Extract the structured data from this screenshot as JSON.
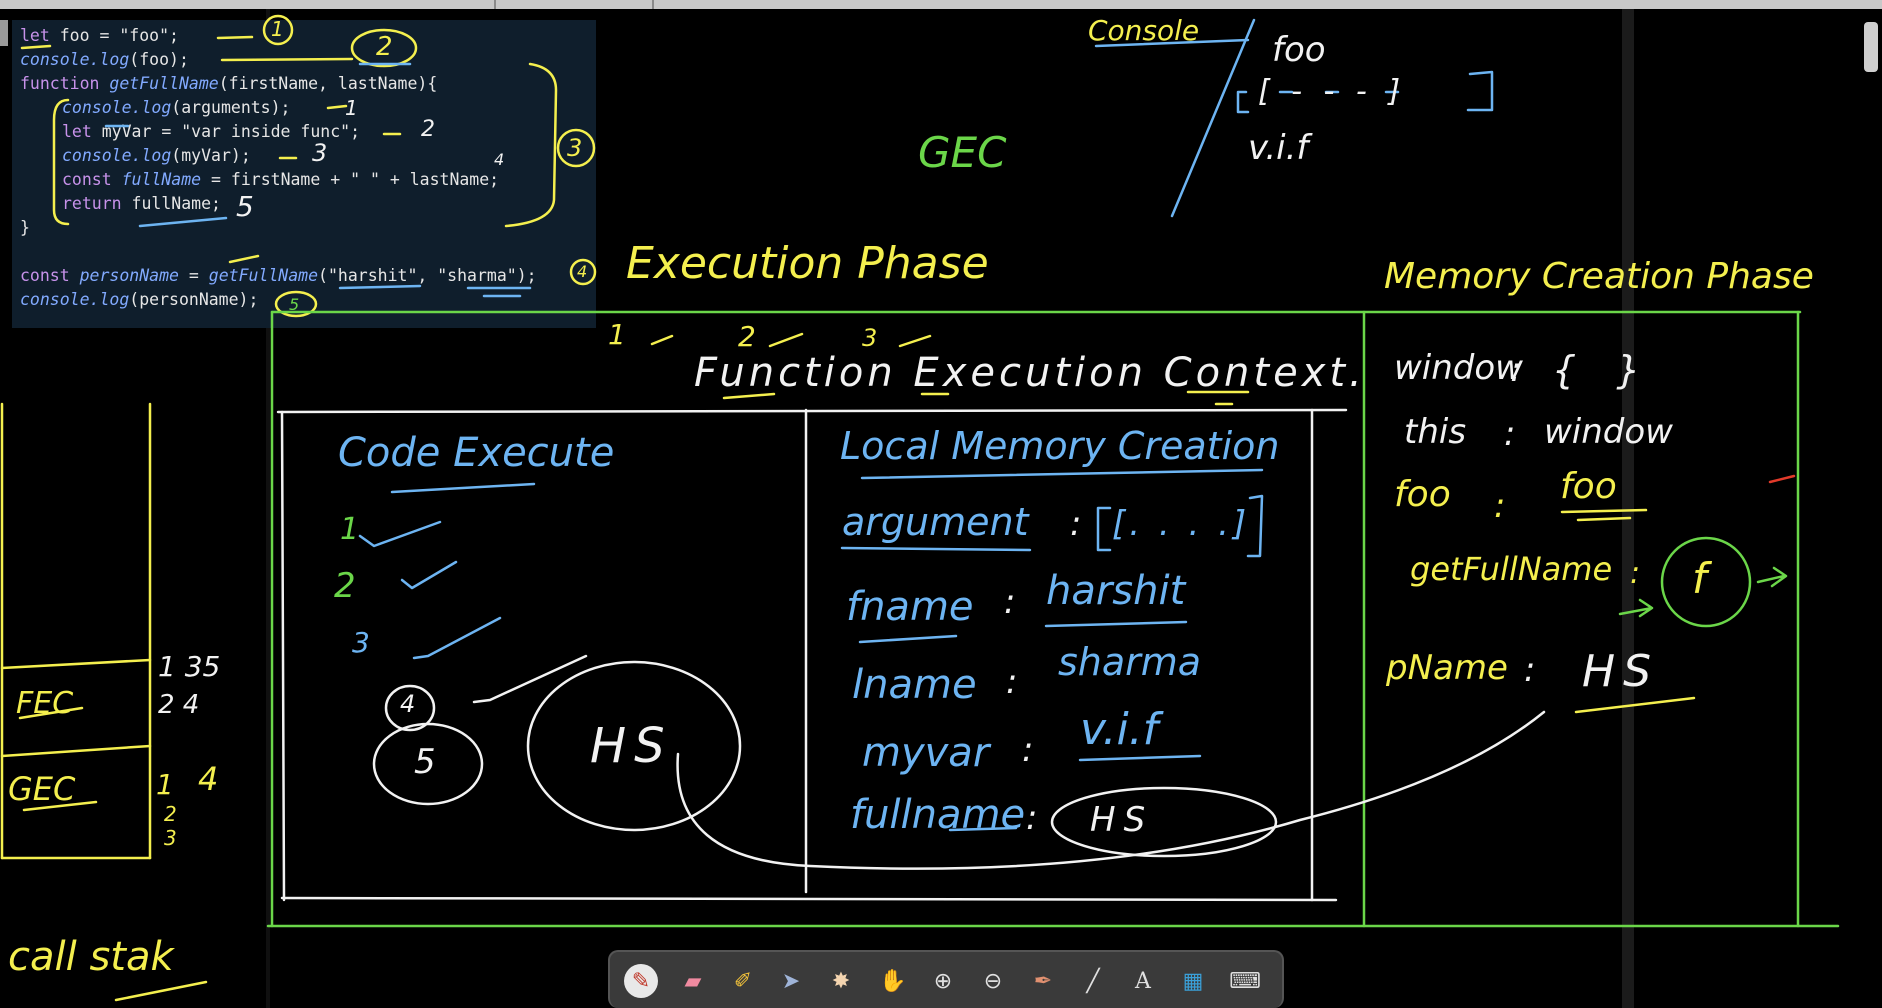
{
  "code": {
    "line1": {
      "kw": "let",
      "rest": " foo = \"foo\";"
    },
    "line2": {
      "fn": "console.log",
      "rest": "(foo);"
    },
    "line3": {
      "kw": "function",
      "fn": "getFullName",
      "rest": "(firstName, lastName){"
    },
    "line4": {
      "fn": "console.log",
      "rest": "(arguments);"
    },
    "line5": {
      "kw": "let",
      "rest": " myVar = \"var inside func\";"
    },
    "line6": {
      "fn": "console.log",
      "rest": "(myVar);"
    },
    "line7": {
      "kw": "const",
      "fn": "fullName",
      "rest": " = firstName + \" \" + lastName;"
    },
    "line8": {
      "kw": "return",
      "rest": " fullName;"
    },
    "line9": "}",
    "line10": {
      "kw": "const",
      "fn": "personName",
      "mid": " = ",
      "fn2": "getFullName",
      "rest": "(\"harshit\", \"sharma\");"
    },
    "line11": {
      "fn": "console.log",
      "rest": "(personName);"
    }
  },
  "annotations": {
    "code_markers": [
      "1",
      "2",
      "1",
      "2",
      "3",
      "4",
      "5",
      "3",
      "4",
      "5"
    ],
    "console_title": "Console",
    "console_lines": [
      "foo",
      "[ -  -  - ]",
      "v.i.f"
    ],
    "gec_top": "GEC",
    "execution_phase": "Execution Phase",
    "memory_creation_phase": "Memory Creation Phase",
    "fec_steps": [
      "1",
      "2",
      "3"
    ],
    "function_execution_context": "Function Execution Context.",
    "code_execute": {
      "title": "Code Execute",
      "steps": [
        "1",
        "2",
        "3",
        "4",
        "5"
      ],
      "result": "HS"
    },
    "local_memory": {
      "title": "Local Memory Creation",
      "rows": [
        {
          "key": "argument",
          "value": "[. . . .]"
        },
        {
          "key": "fname",
          "value": "harshit"
        },
        {
          "key": "lname",
          "value": "sharma"
        },
        {
          "key": "myvar",
          "value": "v.i.f"
        },
        {
          "key": "fullname",
          "value": "HS"
        }
      ]
    },
    "global_memory": {
      "rows": [
        {
          "key": "window",
          "value": "{ }"
        },
        {
          "key": "this",
          "value": "window"
        },
        {
          "key": "foo",
          "value": "foo"
        },
        {
          "key": "getFullName",
          "value": "f"
        },
        {
          "key": "pName",
          "value": "HS"
        }
      ]
    },
    "call_stack": {
      "label": "call stak",
      "frames": [
        "FEC",
        "GEC"
      ],
      "fec_nums": [
        "1 35",
        "2 4"
      ],
      "gec_nums": [
        "1",
        "2",
        "3",
        "4"
      ]
    }
  },
  "toolbar": {
    "tools": [
      "pen-icon",
      "eraser-icon",
      "highlighter-icon",
      "pointer-icon",
      "laser-pointer-icon",
      "hand-icon",
      "zoom-in-icon",
      "zoom-out-icon",
      "brush-icon",
      "line-icon",
      "text-icon",
      "whiteboard-icon",
      "keyboard-icon"
    ]
  },
  "colors": {
    "yellow": "#f4ef4e",
    "blue": "#6db4f2",
    "green": "#6bd649",
    "white": "#f2f2f2",
    "code_bg": "#0f1e2c",
    "keyword": "#c792ea",
    "function": "#82aaff"
  }
}
